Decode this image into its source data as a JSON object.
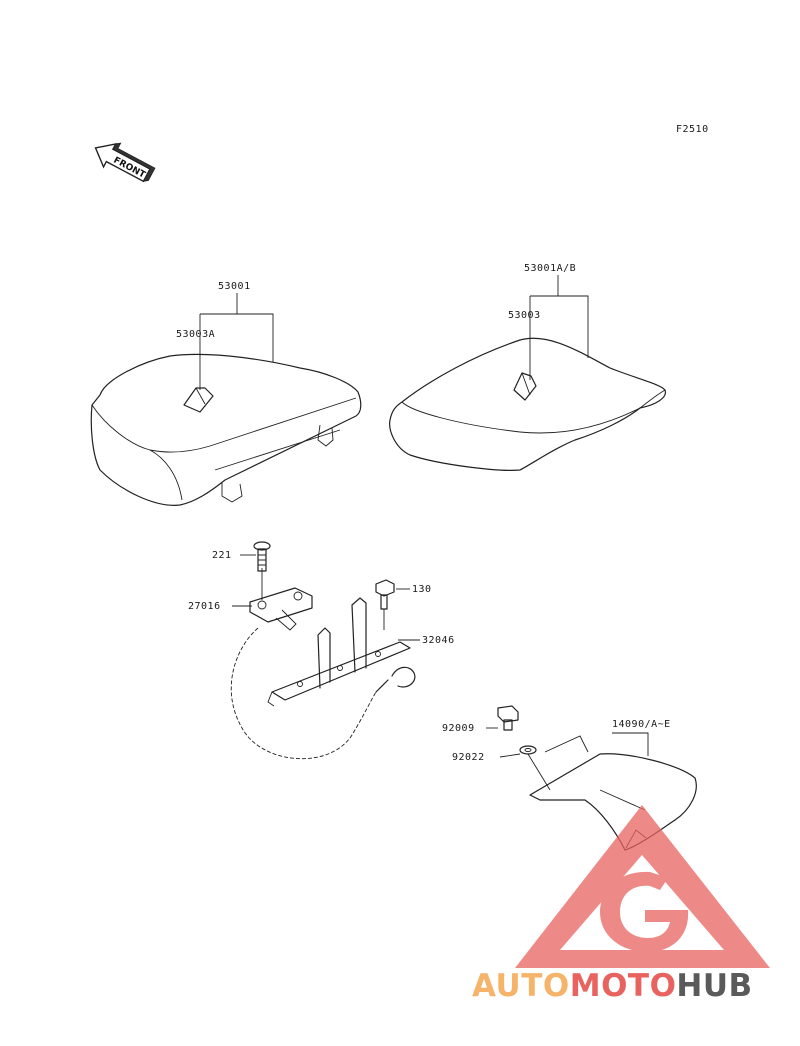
{
  "figure_code": "F2510",
  "front_arrow_label": "FRONT",
  "parts": {
    "p53001": "53001",
    "p53003A": "53003A",
    "p53001AB": "53001A/B",
    "p53003": "53003",
    "p221": "221",
    "p130": "130",
    "p27016": "27016",
    "p32046": "32046",
    "p92009": "92009",
    "p14090": "14090/A~E",
    "p92022": "92022"
  },
  "watermark": {
    "word_part1": "AUTO",
    "word_part2": "MOTO",
    "word_part3": "HUB",
    "colors": {
      "orange": "#f5b46a",
      "red": "#e8635f",
      "gray": "#5a5a5a"
    }
  }
}
